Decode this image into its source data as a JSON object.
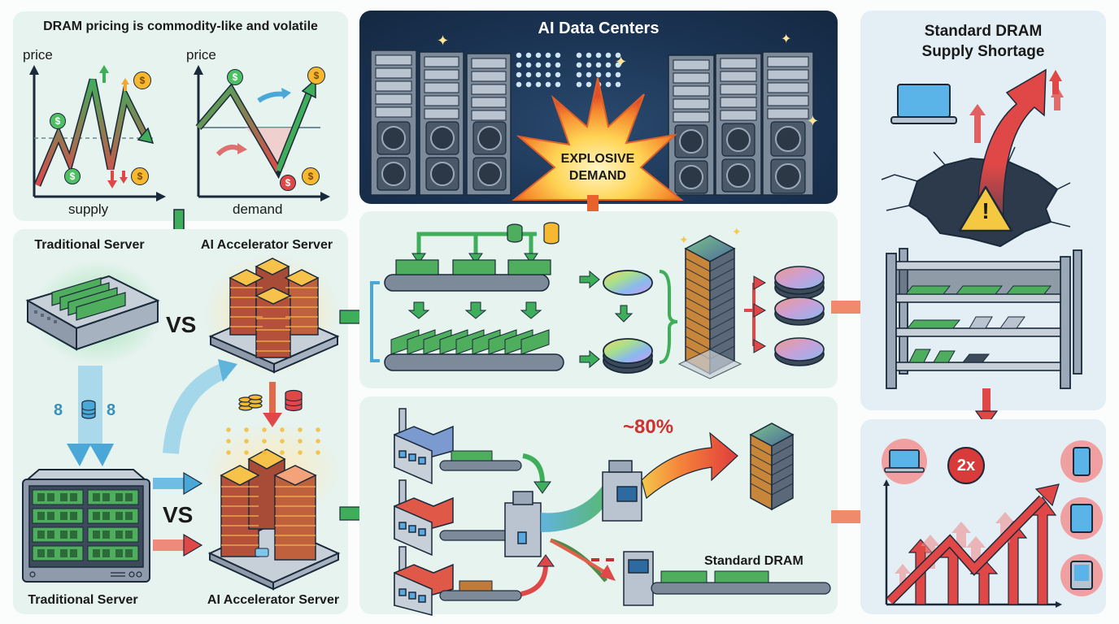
{
  "pricing_panel": {
    "title": "DRAM pricing is commodity-like and volatile",
    "left_chart": {
      "y_label": "price",
      "x_label": "supply"
    },
    "right_chart": {
      "y_label": "price",
      "x_label": "demand"
    },
    "coin_symbol": "$"
  },
  "server_panel": {
    "top_left_label": "Traditional Server",
    "top_right_label": "AI Accelerator Server",
    "bottom_left_label": "Traditional Server",
    "bottom_right_label": "AI Accelerator Server",
    "vs_top": "VS",
    "vs_bottom": "VS",
    "count_left": "8",
    "count_right": "8"
  },
  "datacenter_panel": {
    "title": "AI Data Centers",
    "burst_line1": "EXPLOSIVE",
    "burst_line2": "DEMAND"
  },
  "production_panel": {
    "share_label": "~80%",
    "standard_dram_label": "Standard DRAM"
  },
  "shortage_panel": {
    "title_line1": "Standard DRAM",
    "title_line2": "Supply Shortage",
    "warning_symbol": "!"
  },
  "price_panel": {
    "multiplier_label": "2x"
  },
  "colors": {
    "green_arrow": "#3fae5a",
    "red_arrow": "#e03c3c",
    "blue_arrow": "#4aa8d8",
    "coin_gold": "#f5b82e",
    "dark_panel": "#1b3454"
  }
}
